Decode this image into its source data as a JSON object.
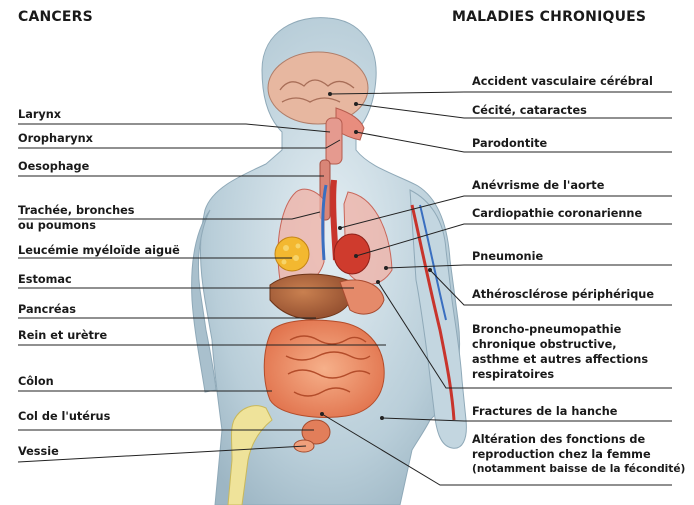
{
  "headings": {
    "left": "CANCERS",
    "right": "MALADIES CHRONIQUES"
  },
  "cancers": [
    "Larynx",
    "Oropharynx",
    "Oesophage",
    "Trachée, bronches",
    "ou poumons",
    "Leucémie myéloïde aiguë",
    "Estomac",
    "Pancréas",
    "Rein et urètre",
    "Côlon",
    "Col de l'utérus",
    "Vessie"
  ],
  "chronic": [
    "Accident vasculaire cérébral",
    "Cécité, cataractes",
    "Parodontite",
    "Anévrisme de l'aorte",
    "Cardiopathie coronarienne",
    "Pneumonie",
    "Athérosclérose périphérique",
    "Broncho-pneumopathie",
    "chronique obstructive,",
    "asthme et autres affections",
    "respiratoires",
    "Fractures de la hanche",
    "Altération des fonctions de",
    "reproduction chez la femme",
    "(notamment baisse de la fécondité)"
  ],
  "colors": {
    "body": "#b9ced9",
    "organ_red": "#e2593a",
    "organ_orange": "#f09a5a",
    "bone": "#efe39a",
    "artery": "#c8342c",
    "vein": "#3a6fc0"
  }
}
